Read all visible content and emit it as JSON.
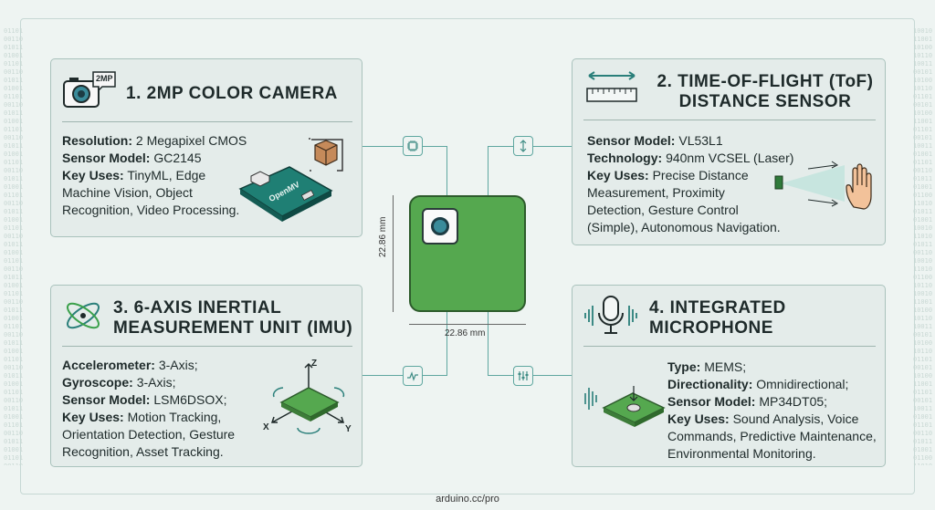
{
  "card_camera": {
    "title": "1. 2MP COLOR CAMERA",
    "icon_badge": "2MP",
    "board_label": "OpenMV",
    "fields": [
      {
        "label": "Resolution:",
        "value": " 2 Megapixel CMOS"
      },
      {
        "label": "Sensor Model:",
        "value": " GC2145"
      },
      {
        "label": "Key Uses:",
        "value": " TinyML, Edge"
      }
    ],
    "extra_lines": [
      "Machine Vision, Object",
      "Recognition, Video Processing."
    ]
  },
  "card_tof": {
    "title_line1": "2. TIME-OF-FLIGHT (ToF)",
    "title_line2": "DISTANCE SENSOR",
    "fields": [
      {
        "label": "Sensor Model:",
        "value": " VL53L1"
      },
      {
        "label": "Technology:",
        "value": " 940nm VCSEL (Laser)"
      },
      {
        "label": "Key Uses:",
        "value": " Precise Distance"
      }
    ],
    "extra_lines": [
      "Measurement, Proximity",
      "Detection, Gesture Control",
      "(Simple), Autonomous Navigation."
    ]
  },
  "card_imu": {
    "title_line1": "3. 6-AXIS INERTIAL",
    "title_line2": "MEASUREMENT UNIT (IMU)",
    "fields": [
      {
        "label": "Accelerometer:",
        "value": " 3-Axis;"
      },
      {
        "label": "Gyroscope:",
        "value": " 3-Axis;"
      },
      {
        "label": "Sensor Model:",
        "value": " LSM6DSOX;"
      },
      {
        "label": "Key Uses:",
        "value": " Motion Tracking,"
      }
    ],
    "extra_lines": [
      "Orientation Detection, Gesture",
      "Recognition, Asset Tracking."
    ],
    "axis_labels": {
      "z": "Z",
      "x": "X",
      "y": "Y"
    }
  },
  "card_mic": {
    "title_line1": "4. INTEGRATED",
    "title_line2": "MICROPHONE",
    "fields": [
      {
        "label": "Type:",
        "value": " MEMS;"
      },
      {
        "label": "Directionality:",
        "value": " Omnidirectional;"
      },
      {
        "label": "Sensor Model:",
        "value": " MP34DT05;"
      },
      {
        "label": "Key Uses:",
        "value": " Sound Analysis, Voice"
      }
    ],
    "extra_lines": [
      "Commands, Predictive Maintenance,",
      "Environmental Monitoring."
    ]
  },
  "board": {
    "dim_height": "22.86 mm",
    "dim_width": "22.86 mm"
  },
  "footer": "arduino.cc/pro",
  "colors": {
    "board_green": "#55a84f",
    "connector_teal": "#5fa7a0",
    "card_bg": "#e4ecea",
    "card_border": "#a9c2bc"
  },
  "icons": [
    "camera-icon",
    "ruler-icon",
    "gyro-icon",
    "microphone-icon",
    "chip-icon",
    "vertical-arrows-icon",
    "waveform-icon",
    "sliders-icon"
  ]
}
